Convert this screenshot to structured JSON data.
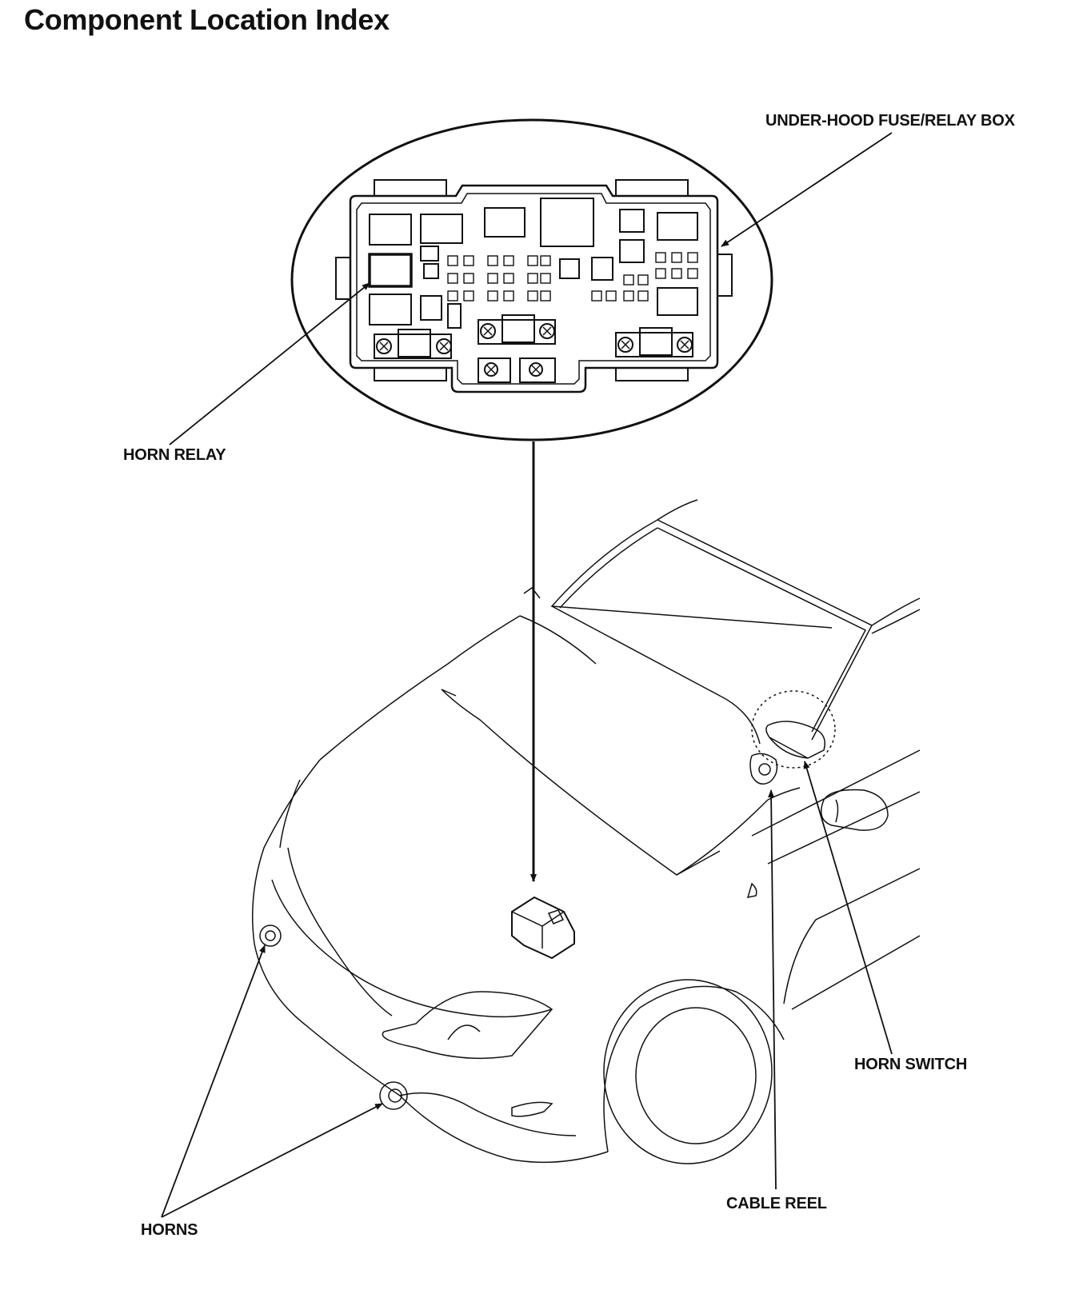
{
  "header": {
    "title": "Component Location Index"
  },
  "callouts": {
    "fuse_box": "UNDER-HOOD FUSE/RELAY BOX",
    "horn_relay": "HORN RELAY",
    "horn_switch": "HORN SWITCH",
    "cable_reel": "CABLE REEL",
    "horns": "HORNS"
  }
}
